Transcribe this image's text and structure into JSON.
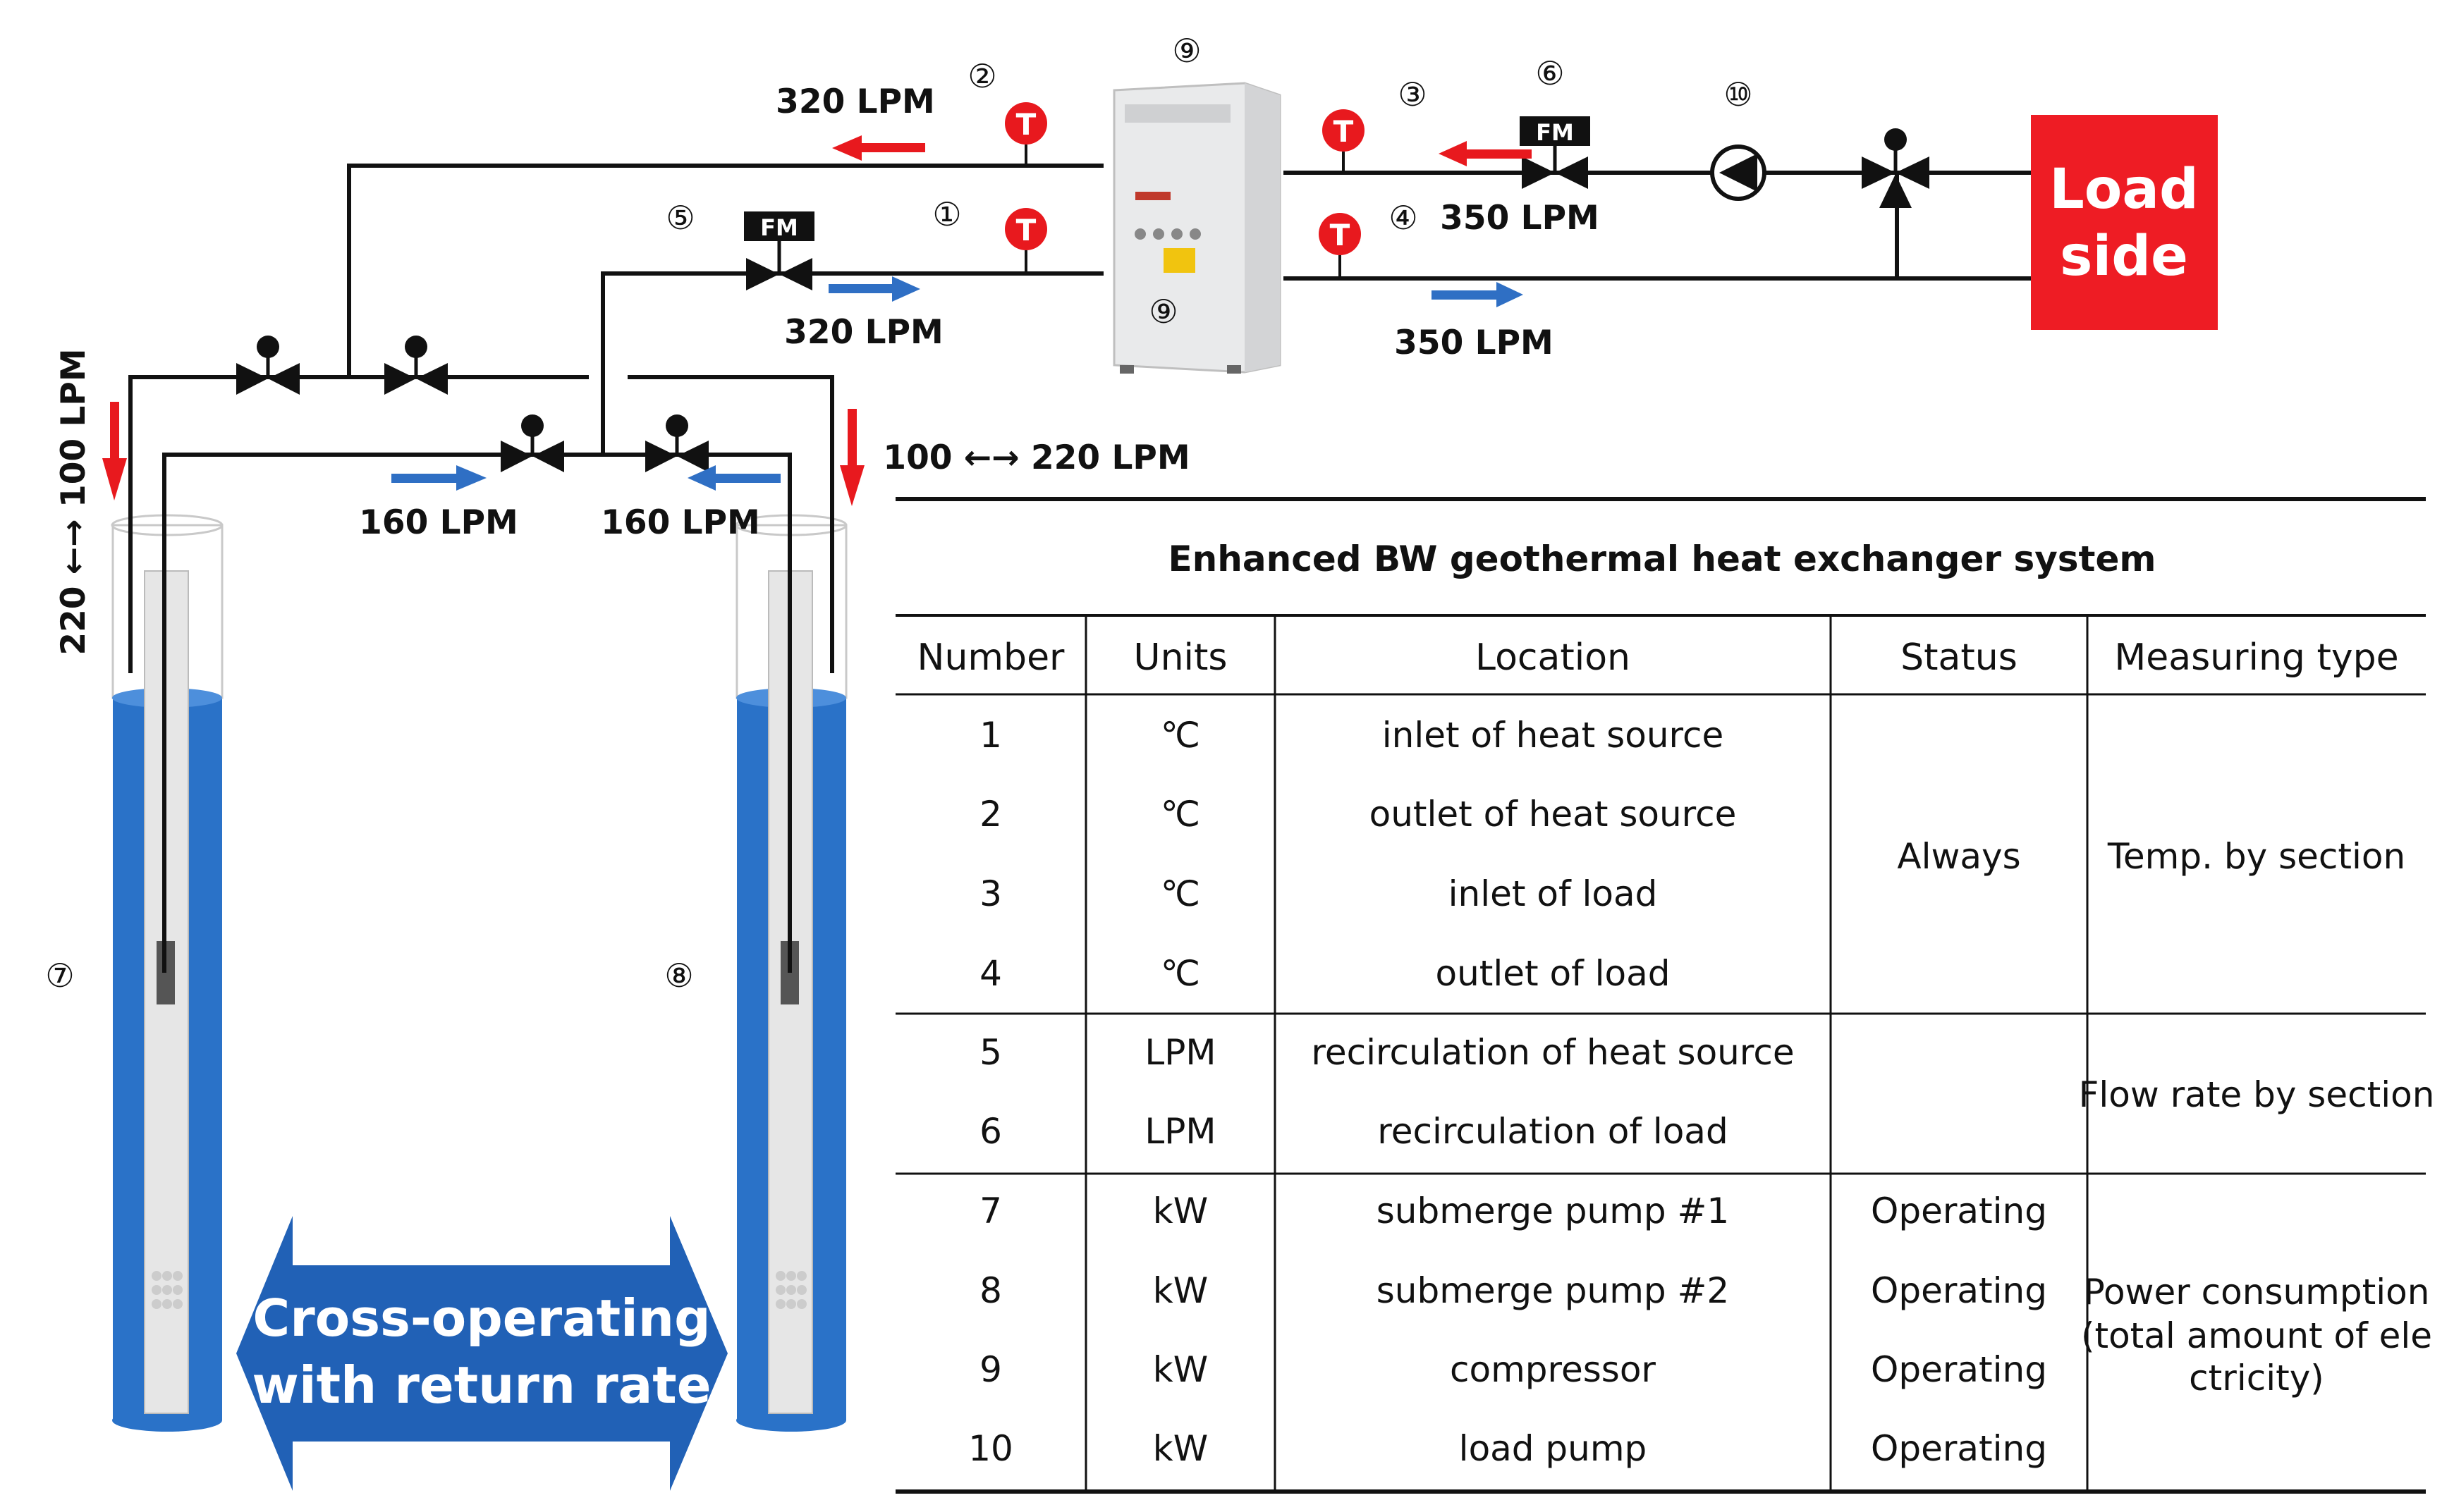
{
  "diagram": {
    "flow_labels": {
      "top_left": "320 LPM",
      "mid_left": "320 LPM",
      "top_right": "350 LPM",
      "bottom_right": "350 LPM",
      "branch_left": "160 LPM",
      "branch_right": "160 LPM",
      "left_vertical": "220 ←→ 100 LPM",
      "right_well": "100 ←→ 220 LPM"
    },
    "markers": {
      "m1": "①",
      "m2": "②",
      "m3": "③",
      "m4": "④",
      "m5": "⑤",
      "m6": "⑥",
      "m7": "⑦",
      "m8": "⑧",
      "m9_top": "⑨",
      "m9_unit": "⑨",
      "m10": "⑩"
    },
    "sensor_letter": "T",
    "flowmeter_label": "FM",
    "load_box": {
      "line1": "Load",
      "line2": "side"
    },
    "cross_arrow": {
      "line1": "Cross-operating",
      "line2": "with return rate"
    },
    "colors": {
      "red": "#e8191e",
      "blue": "#2f6fc4",
      "load": "#ee1c24",
      "arrow_blue": "#2161b6",
      "water": "#2a72c8"
    }
  },
  "table": {
    "title": "Enhanced BW geothermal heat exchanger system",
    "headers": [
      "Number",
      "Units",
      "Location",
      "Status",
      "Measuring type"
    ],
    "rows": [
      {
        "number": "1",
        "units": "℃",
        "location": "inlet of heat source",
        "status": ""
      },
      {
        "number": "2",
        "units": "℃",
        "location": "outlet of heat source",
        "status": ""
      },
      {
        "number": "3",
        "units": "℃",
        "location": "inlet of load",
        "status": ""
      },
      {
        "number": "4",
        "units": "℃",
        "location": "outlet of load",
        "status": ""
      },
      {
        "number": "5",
        "units": "LPM",
        "location": "recirculation of heat source",
        "status": ""
      },
      {
        "number": "6",
        "units": "LPM",
        "location": "recirculation of load",
        "status": ""
      },
      {
        "number": "7",
        "units": "kW",
        "location": "submerge pump #1",
        "status": "Operating"
      },
      {
        "number": "8",
        "units": "kW",
        "location": "submerge pump #2",
        "status": "Operating"
      },
      {
        "number": "9",
        "units": "kW",
        "location": "compressor",
        "status": "Operating"
      },
      {
        "number": "10",
        "units": "kW",
        "location": "load pump",
        "status": "Operating"
      }
    ],
    "group_status": {
      "temp": "Always"
    },
    "group_measure": {
      "temp": "Temp. by section",
      "flow": "Flow rate by section",
      "power": [
        "Power consumption",
        "(total amount of ele",
        "ctricity)"
      ]
    }
  }
}
